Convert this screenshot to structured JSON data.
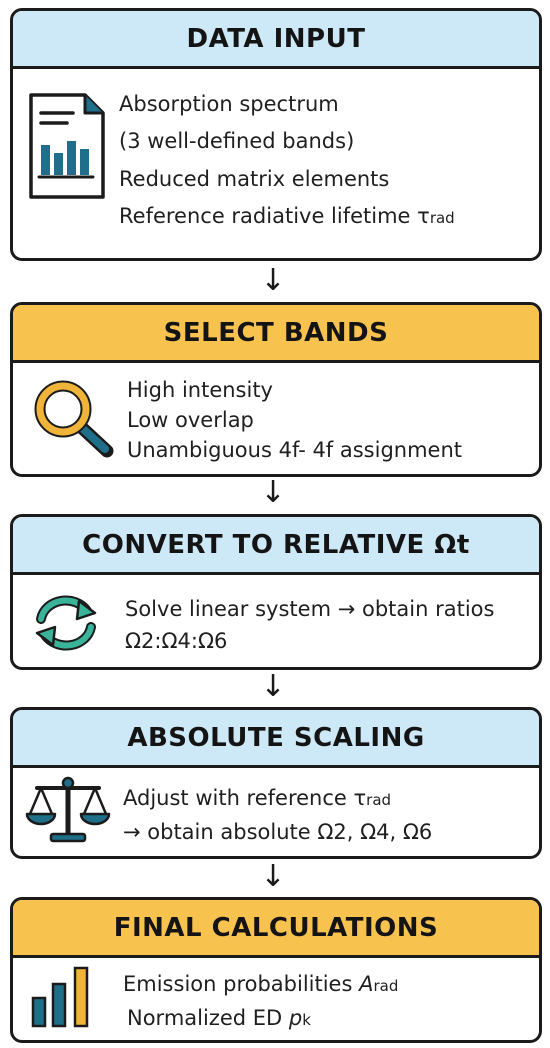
{
  "boxes": [
    {
      "title": "DATA INPUT",
      "icon": "document-chart-icon",
      "lines": [
        "Absorption spectrum",
        "(3 well-defined bands)",
        "Reduced matrix elements",
        {
          "text": "Reference radiative lifetime ",
          "sym": "τ",
          "sub": "rad"
        }
      ]
    },
    {
      "title": "SELECT BANDS",
      "icon": "magnifier-icon",
      "lines": [
        "High intensity",
        "Low overlap",
        "Unambiguous 4f- 4f  assignment"
      ]
    },
    {
      "title": "CONVERT TO RELATIVE Ωt",
      "icon": "refresh-cycle-icon",
      "lines": [
        "Solve linear system → obtain ratios",
        "Ω2:Ω4:Ω6"
      ]
    },
    {
      "title": "ABSOLUTE SCALING",
      "icon": "balance-scale-icon",
      "lines": [
        {
          "text": "Adjust with reference  ",
          "sym": "τ",
          "sub": "rad"
        },
        "→ obtain absolute Ω2, Ω4, Ω6"
      ]
    },
    {
      "title": "FINAL CALCULATIONS",
      "icon": "bar-chart-icon",
      "lines": [
        {
          "text": "Emission probabilities ",
          "sym": "A",
          "sub": "rad"
        },
        {
          "text": "Normalized ED ",
          "sym": "p",
          "sub": "k"
        }
      ]
    }
  ],
  "arrow": "↓",
  "colors": {
    "header_blue": "#cde8f6",
    "header_yellow": "#f8c24e",
    "icon_teal": "#1f6f8b",
    "icon_gold": "#f0b43a",
    "icon_green": "#39b49a"
  }
}
